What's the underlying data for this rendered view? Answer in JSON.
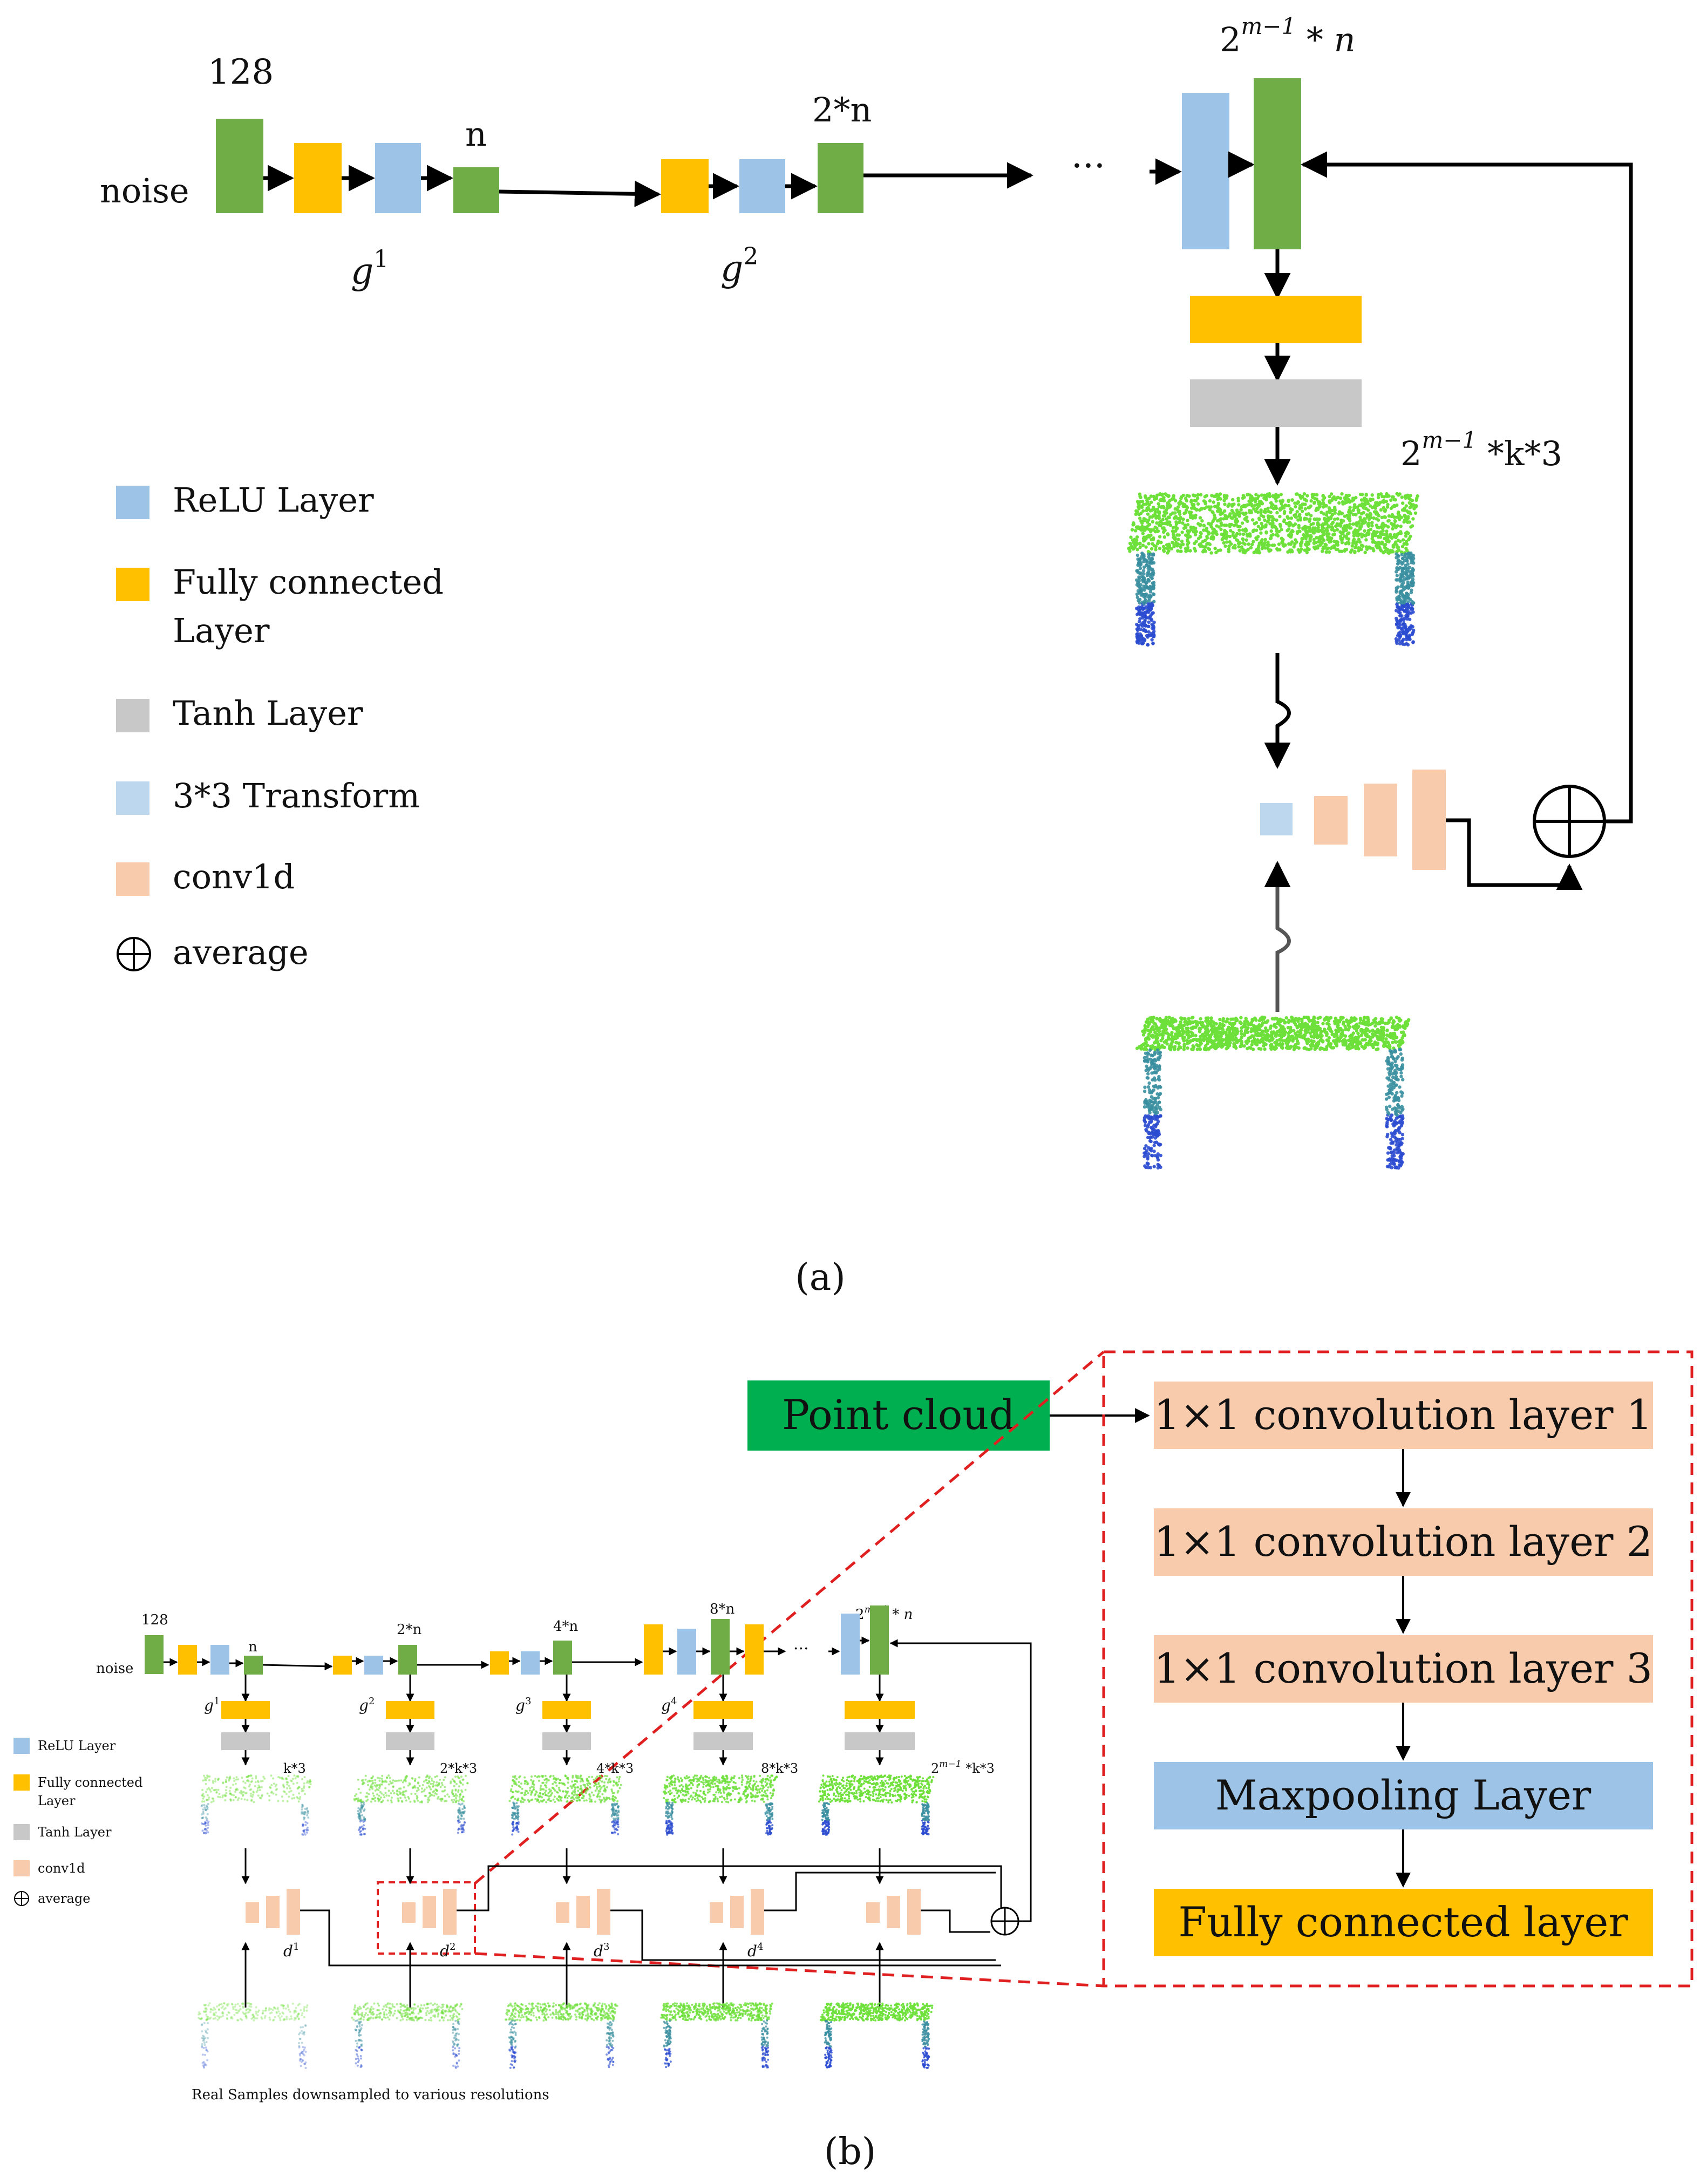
{
  "colors": {
    "relu": "#9dc3e6",
    "fc": "#ffc000",
    "tanh": "#c8c8c8",
    "transform": "#bdd7ee",
    "conv": "#f8cbad",
    "green_block": "#70ad47",
    "point_cloud_box": "#00b050",
    "maxpool": "#9dc3e6",
    "dashed": "#e02020",
    "cloud_top": "#6ee03a",
    "cloud_leg": "#2b4bd0"
  },
  "icons": {
    "average": "circle-plus-icon"
  },
  "panel_a": {
    "label_128": "128",
    "label_noise": "noise",
    "label_n": "n",
    "label_2n": "2*n",
    "label_g1": "g",
    "label_g1_sup": "1",
    "label_g2": "g",
    "label_g2_sup": "2",
    "label_top_base": "2",
    "label_top_sup": "m−1",
    "label_top_tail": " * n",
    "label_ellipsis": "···",
    "label_out_base": "2",
    "label_out_sup": "m−1",
    "label_out_tail": " *k*3",
    "legend": [
      {
        "label": "ReLU Layer",
        "color": "#9dc3e6"
      },
      {
        "label": "Fully connected",
        "label2": "Layer",
        "color": "#ffc000"
      },
      {
        "label": "Tanh Layer",
        "color": "#c8c8c8"
      },
      {
        "label": "3*3 Transform",
        "color": "#bdd7ee"
      },
      {
        "label": "conv1d",
        "color": "#f8cbad"
      },
      {
        "label": "average",
        "icon": "circle-plus-icon"
      }
    ],
    "caption": "(a)"
  },
  "panel_b": {
    "point_cloud": "Point cloud",
    "detail_layers": [
      "1×1 convolution layer 1",
      "1×1 convolution layer 2",
      "1×1 convolution layer 3",
      "Maxpooling Layer",
      "Fully connected layer"
    ],
    "mini": {
      "label_128": "128",
      "label_noise": "noise",
      "stage_labels": [
        "n",
        "2*n",
        "4*n",
        "8*n"
      ],
      "top_last": "2",
      "top_last_sup": "m−1",
      "top_last_tail": " * n",
      "g_labels": [
        "g",
        "g",
        "g",
        "g"
      ],
      "g_sups": [
        "1",
        "2",
        "3",
        "4"
      ],
      "out_labels": [
        "k*3",
        "2*k*3",
        "4*k*3",
        "8*k*3"
      ],
      "out_last": "2",
      "out_last_sup": "m−1",
      "out_last_tail": " *k*3",
      "d_labels": [
        "d",
        "d",
        "d",
        "d"
      ],
      "d_sups": [
        "1",
        "2",
        "3",
        "4"
      ],
      "ellipsis": "···",
      "legend": [
        "ReLU Layer",
        "Fully connected",
        "Layer",
        "Tanh Layer",
        "conv1d",
        "average"
      ],
      "real_samples": "Real Samples downsampled to various resolutions"
    },
    "caption": "(b)"
  }
}
